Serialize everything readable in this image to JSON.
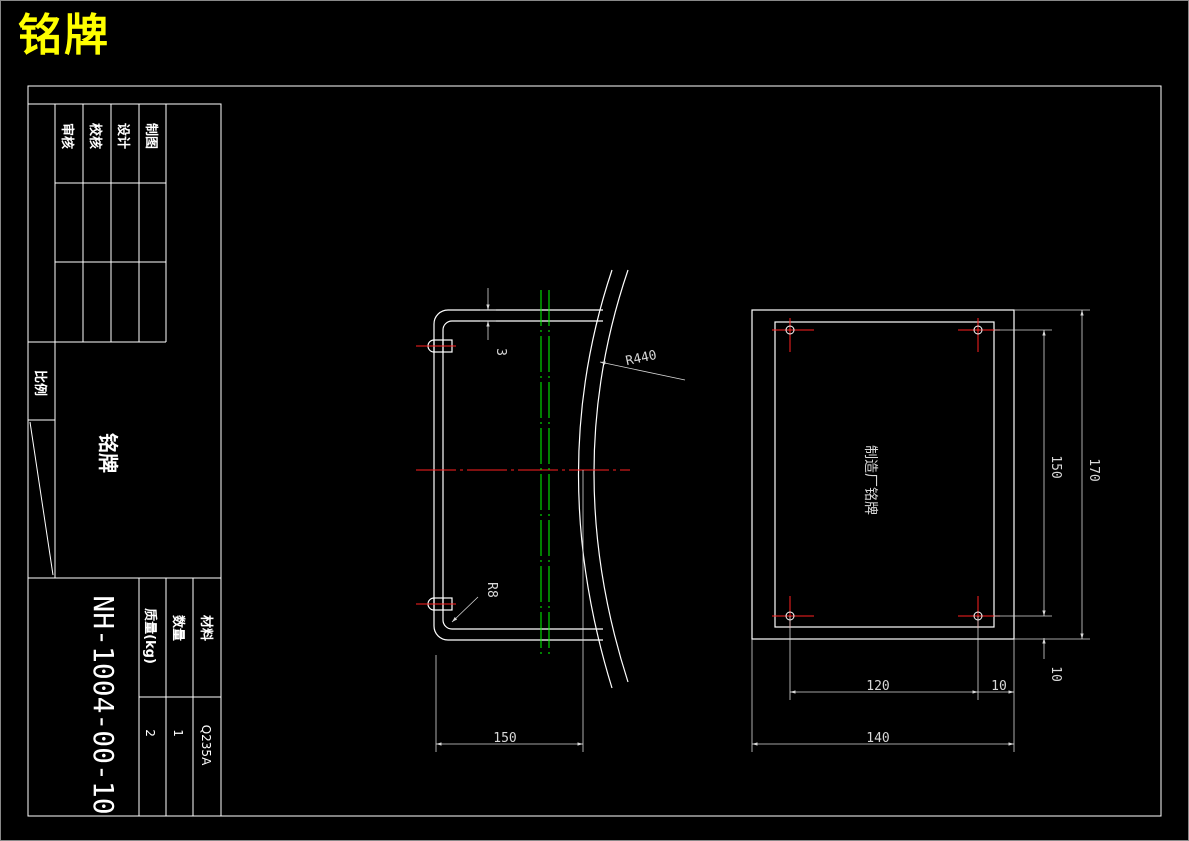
{
  "title": "铭牌",
  "title_block": {
    "roles": [
      "制图",
      "设计",
      "校核",
      "审核"
    ],
    "scale_label": "比例",
    "part_name": "铭牌",
    "drawing_number": "NH-1004-00-10",
    "fields": [
      {
        "label": "材料",
        "value": "Q235A"
      },
      {
        "label": "数量",
        "value": "1"
      },
      {
        "label": "质量(kg)",
        "value": "2"
      }
    ]
  },
  "side_view": {
    "dims": {
      "width": "150",
      "thickness": "3",
      "radius_outer": "R440",
      "radius_bend": "R8"
    }
  },
  "front_view": {
    "plate_text": "制造厂铭牌",
    "dims": {
      "inner_height": "150",
      "outer_height": "170",
      "bottom_margin": "10",
      "hole_spacing": "120",
      "side_margin": "10",
      "width": "140"
    }
  },
  "colors": {
    "background": "#000000",
    "lines": "#ffffff",
    "title": "#ffff00",
    "centerline": "#ff2020",
    "hidden": "#00ff00"
  }
}
